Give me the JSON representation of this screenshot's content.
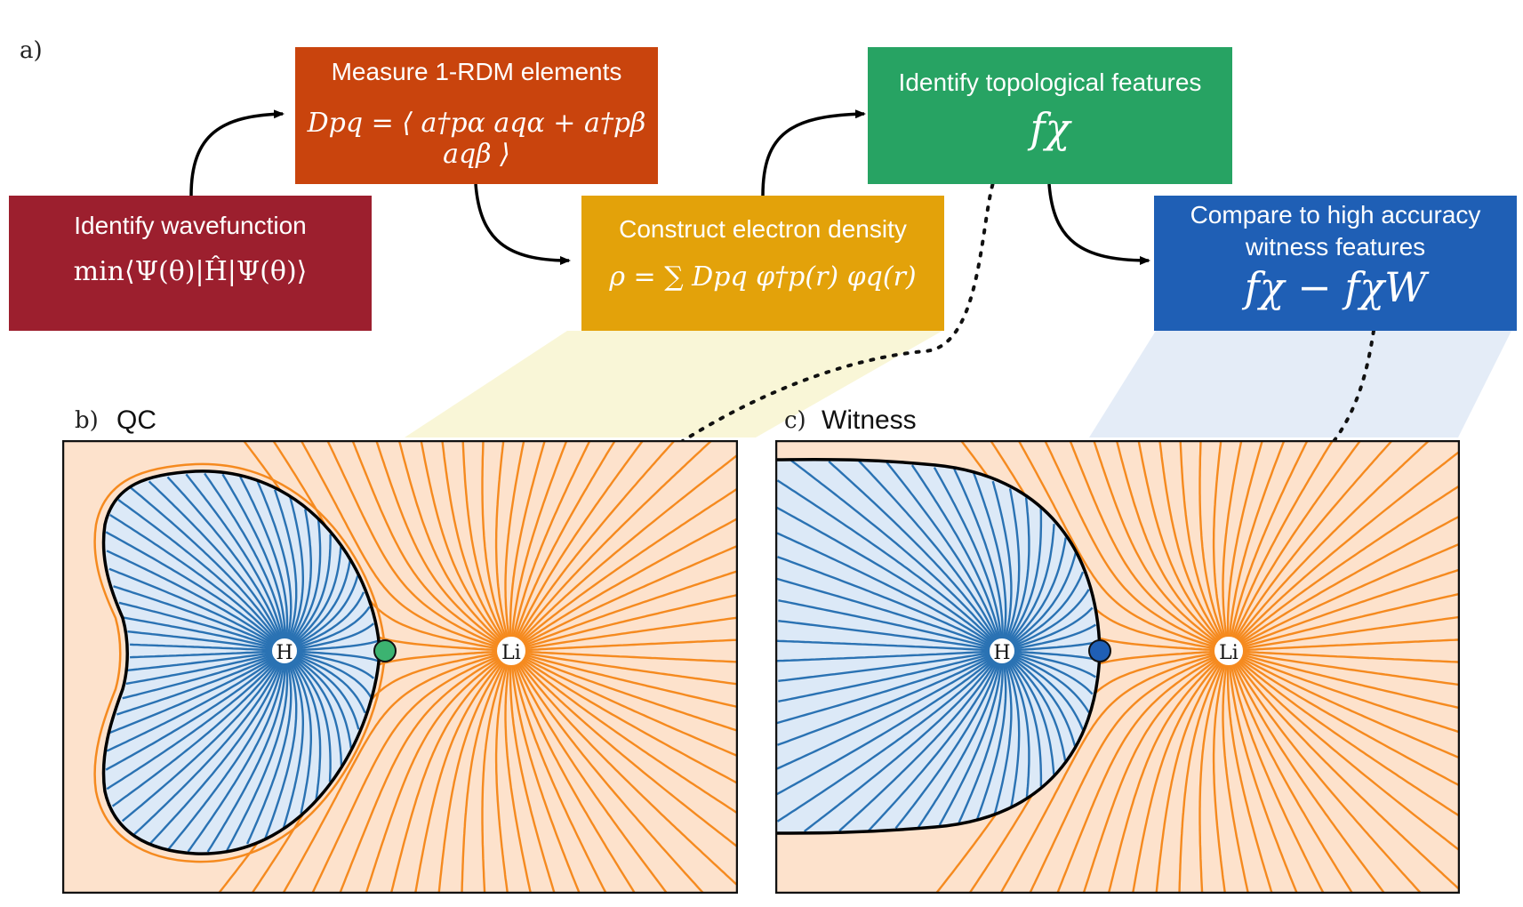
{
  "panel_a": {
    "letter": "a)",
    "boxes": {
      "wavefunction": {
        "label": "Identify wavefunction",
        "equation": "min⟨Ψ(θ)|Ĥ|Ψ(θ)⟩",
        "color": "#9c1f2e"
      },
      "measure": {
        "label": "Measure 1-RDM elements",
        "equation": "Dpq = ⟨ a†pα aqα + a†pβ aqβ ⟩",
        "color": "#c9440d"
      },
      "density": {
        "label": "Construct electron density",
        "equation": "ρ = ∑ Dpq φ†p(r) φq(r)",
        "color": "#e3a20a"
      },
      "topology": {
        "label": "Identify topological features",
        "equation": "fχ",
        "color": "#27a363"
      },
      "compare": {
        "label_line1": "Compare to high accuracy",
        "label_line2": "witness features",
        "equation": "fχ − fχW",
        "color": "#1f5fb5"
      }
    }
  },
  "panel_b": {
    "letter": "b)",
    "title": "QC",
    "atom_h": "H",
    "atom_li": "Li",
    "critical_point_color": "#3cb371"
  },
  "panel_c": {
    "letter": "c)",
    "title": "Witness",
    "atom_h": "H",
    "atom_li": "Li",
    "critical_point_color": "#1f5fb5"
  },
  "colors": {
    "orange_line": "#f58a1f",
    "blue_line": "#2a72b3",
    "orange_bg": "#fde2cc",
    "blue_bg": "#dce9f7"
  }
}
